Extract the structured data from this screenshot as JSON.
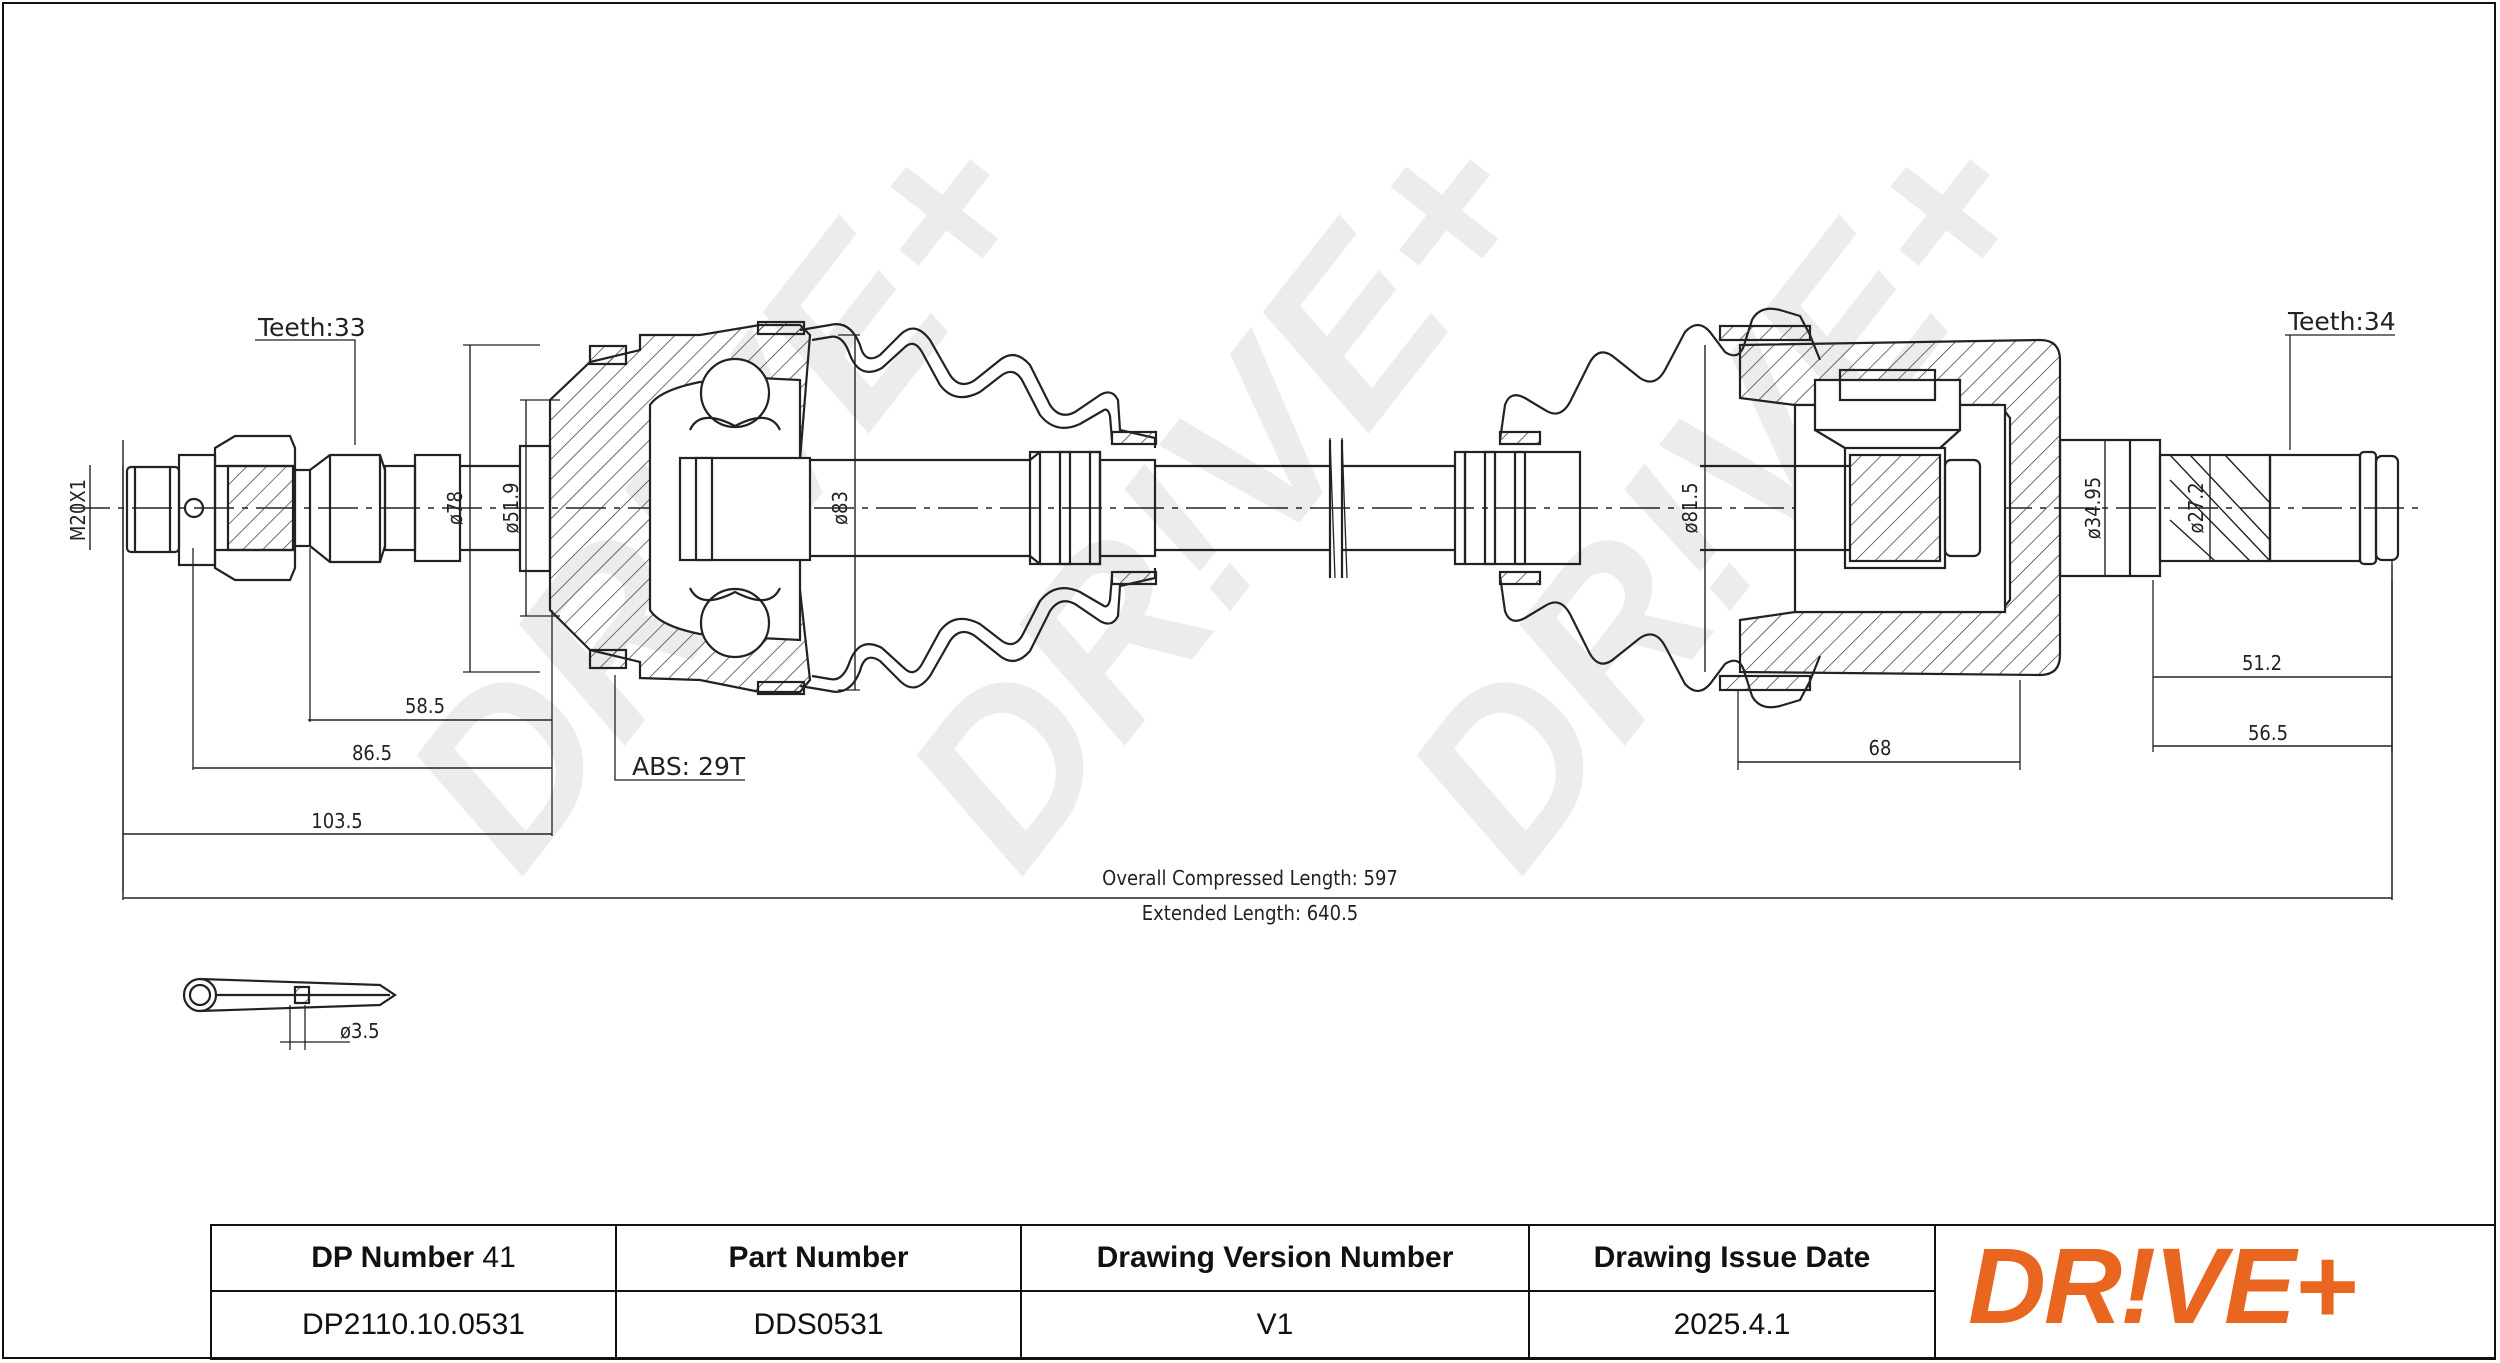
{
  "drawing": {
    "watermark_text": "DR!VE+",
    "labels": {
      "teeth_left": "Teeth:33",
      "teeth_right": "Teeth:34",
      "abs": "ABS: 29T",
      "thread": "M20X1",
      "overall": "Overall  Compressed  Length: 597",
      "extended": "Extended  Length: 640.5",
      "pin_dia": "ø3.5"
    },
    "dimensions": {
      "d78": "ø78",
      "d51_9": "ø51.9",
      "d83": "ø83",
      "d81_5": "ø81.5",
      "d34_95": "ø34.95",
      "d27": "ø27.2",
      "len_58_5": "58.5",
      "len_86_5": "86.5",
      "len_103_5": "103.5",
      "len_68": "68",
      "len_51_2": "51.2",
      "len_56_5": "56.5"
    }
  },
  "title_block": {
    "dp_number_label": "DP Number",
    "dp_number_suffix": "41",
    "part_number_label": "Part Number",
    "drawing_version_label": "Drawing Version Number",
    "drawing_issue_label": "Drawing Issue Date",
    "dp_number": "DP2110.10.0531",
    "part_number": "DDS0531",
    "version": "V1",
    "issue_date": "2025.4.1",
    "logo_text": "DR!VE+",
    "brand_color": "#e8661f"
  }
}
